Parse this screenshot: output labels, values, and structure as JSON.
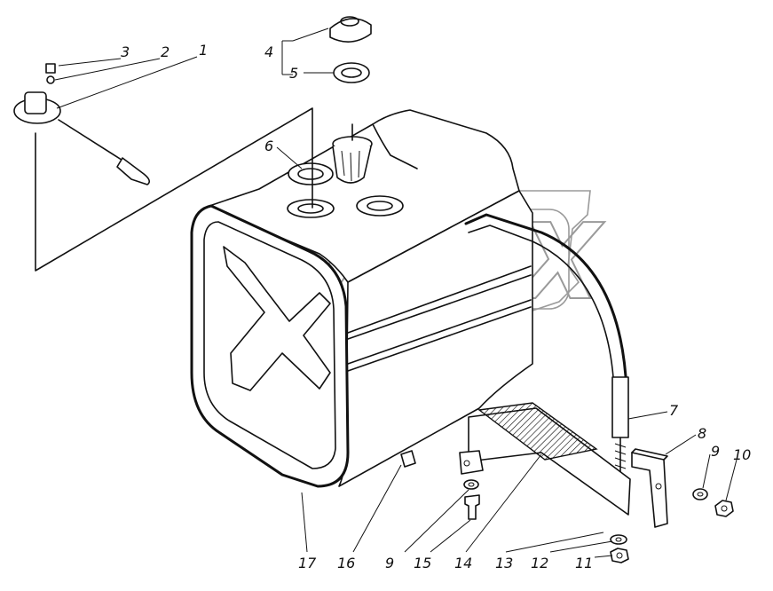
{
  "watermark": {
    "text": "OPEX"
  },
  "callouts": [
    {
      "id": "1",
      "text": "1"
    },
    {
      "id": "2",
      "text": "2"
    },
    {
      "id": "3",
      "text": "3"
    },
    {
      "id": "4",
      "text": "4"
    },
    {
      "id": "5",
      "text": "5"
    },
    {
      "id": "6",
      "text": "6"
    },
    {
      "id": "7",
      "text": "7"
    },
    {
      "id": "8",
      "text": "8"
    },
    {
      "id": "9a",
      "text": "9"
    },
    {
      "id": "10",
      "text": "10"
    },
    {
      "id": "9b",
      "text": "9"
    },
    {
      "id": "11",
      "text": "11"
    },
    {
      "id": "12",
      "text": "12"
    },
    {
      "id": "13",
      "text": "13"
    },
    {
      "id": "14",
      "text": "14"
    },
    {
      "id": "15",
      "text": "15"
    },
    {
      "id": "16",
      "text": "16"
    },
    {
      "id": "17",
      "text": "17"
    }
  ]
}
